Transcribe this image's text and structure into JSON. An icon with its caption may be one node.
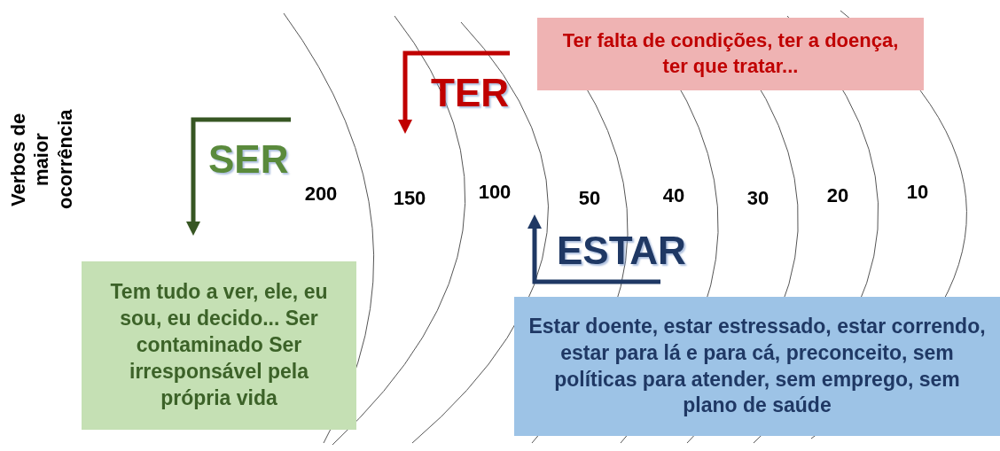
{
  "diagram": {
    "nodes": [
      {
        "text": [
          "SER"
        ]
      },
      {
        "text": [
          "Tem tudo a ver, ele, eu sou, eu decido... Ser contaminado Ser irresponsável pela própria vida"
        ]
      },
      {
        "text": [
          "TER"
        ]
      },
      {
        "text": [
          "Ter falta de condições, ter a doença, ter que tratar..."
        ]
      },
      {
        "text": [
          "ESTAR"
        ]
      },
      {
        "text": [
          "Estar doente, estar estressado, estar correndo, estar para lá e para cá, preconceito, sem políticas para atender, sem emprego, sem plano de saúde"
        ]
      }
    ],
    "edges": [],
    "labels": [
      "Verbos de maior ocorrência",
      "200",
      "150",
      "100",
      "50",
      "40",
      "30",
      "20",
      "10"
    ]
  }
}
